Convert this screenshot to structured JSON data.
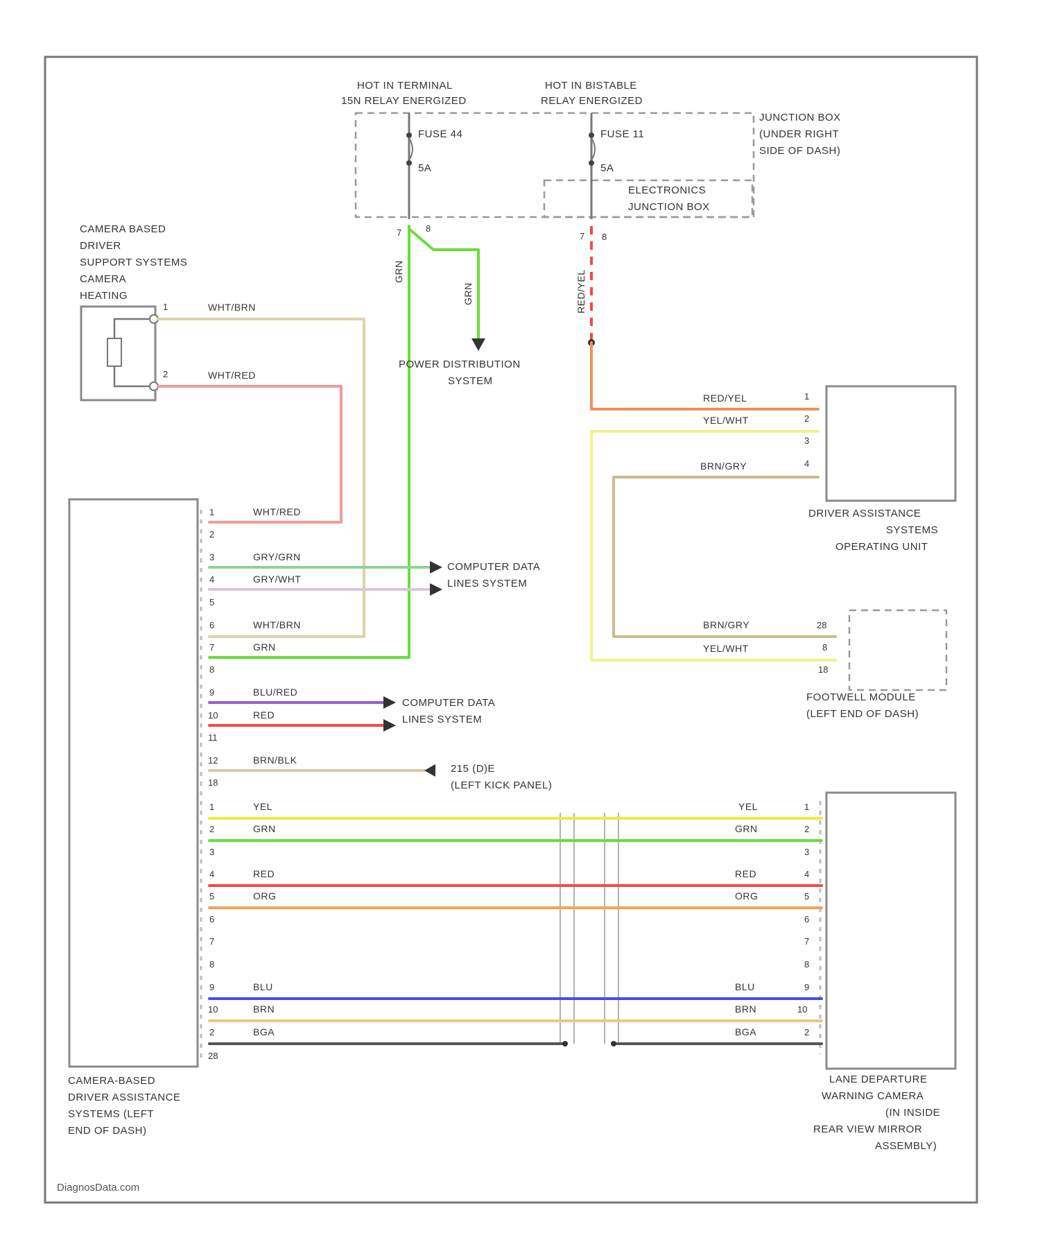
{
  "watermark": "DiagnosData.com",
  "supply": {
    "hot_left": [
      "HOT IN TERMINAL",
      "15N RELAY ENERGIZED"
    ],
    "hot_right": [
      "HOT IN BISTABLE",
      "RELAY ENERGIZED"
    ],
    "fuse_a": "FUSE 44",
    "fuse_a_rating": "5A",
    "fuse_b": "FUSE 11",
    "fuse_b_rating": "5A",
    "junction_box": [
      "JUNCTION BOX",
      "(UNDER RIGHT",
      "SIDE OF DASH)"
    ],
    "electronics_box": [
      "ELECTRONICS",
      "JUNCTION BOX"
    ],
    "pin_a": "7",
    "pin_a2": "8",
    "pin_b": "7",
    "pin_b2": "8",
    "grn": "GRN",
    "grn2": "GRN",
    "red_yel": "RED/YEL",
    "power_dist": [
      "POWER DISTRIBUTION",
      "SYSTEM"
    ]
  },
  "heater": {
    "title": [
      "CAMERA BASED",
      "DRIVER",
      "SUPPORT SYSTEMS",
      "CAMERA",
      "HEATING"
    ],
    "pin1": "1",
    "pin2": "2",
    "wire1": "WHT/BRN",
    "wire2": "WHT/RED"
  },
  "module": {
    "title": [
      "CAMERA-BASED",
      "DRIVER ASSISTANCE",
      "SYSTEMS (LEFT",
      "END OF DASH)"
    ],
    "pins_top": [
      "1",
      "2",
      "3",
      "4",
      "5",
      "6",
      "7",
      "8",
      "9",
      "10",
      "11",
      "12",
      "18"
    ],
    "pins_bottom": [
      "1",
      "2",
      "3",
      "4",
      "5",
      "6",
      "7",
      "8",
      "9",
      "10",
      "2",
      "28"
    ],
    "wires": {
      "p1": "WHT/RED",
      "p3": "GRY/GRN",
      "p4": "GRY/WHT",
      "p6": "WHT/BRN",
      "p7": "GRN",
      "p9": "BLU/RED",
      "p10": "RED",
      "p12": "BRN/BLK"
    },
    "can1": [
      "COMPUTER DATA",
      "LINES SYSTEM"
    ],
    "can2": [
      "COMPUTER DATA",
      "LINES SYSTEM"
    ],
    "ground": [
      "215 (D)E",
      "(LEFT KICK PANEL)"
    ]
  },
  "operating_unit": {
    "title": [
      "DRIVER ASSISTANCE",
      "SYSTEMS",
      "OPERATING UNIT"
    ],
    "pins": [
      "1",
      "2",
      "3",
      "4"
    ],
    "wires": [
      "RED/YEL",
      "YEL/WHT",
      "BRN/GRY"
    ]
  },
  "footwell": {
    "title": [
      "FOOTWELL MODULE",
      "(LEFT END OF DASH)"
    ],
    "pins": [
      "28",
      "8",
      "18"
    ],
    "wires": [
      "BRN/GRY",
      "YEL/WHT"
    ]
  },
  "camera": {
    "title": [
      "LANE DEPARTURE",
      "WARNING CAMERA",
      "(IN INSIDE",
      "REAR VIEW MIRROR",
      "ASSEMBLY)"
    ],
    "pins": [
      "1",
      "2",
      "3",
      "4",
      "5",
      "6",
      "7",
      "8",
      "9",
      "10",
      "2"
    ],
    "wires_left": [
      "YEL",
      "GRN",
      "RED",
      "ORG",
      "BLU",
      "BRN",
      "BGA"
    ],
    "wires_right": [
      "YEL",
      "GRN",
      "RED",
      "ORG",
      "BLU",
      "BRN",
      "BGA"
    ]
  },
  "colors": {
    "grn": "#66e03a",
    "yel": "#f0ec3a",
    "red": "#f44848",
    "org": "#f7a25a",
    "blu": "#4a4ae8",
    "brn": "#e8c880",
    "blk": "#555555",
    "pink": "#f29a9a",
    "tan": "#e2d0a8",
    "brngry": "#c8bc8c",
    "grygrn": "#8fd48f",
    "grywht": "#d8c8d8",
    "blured": "#9a5ad8",
    "ltyel": "#f2f28a",
    "redyel": "#f2905a"
  }
}
